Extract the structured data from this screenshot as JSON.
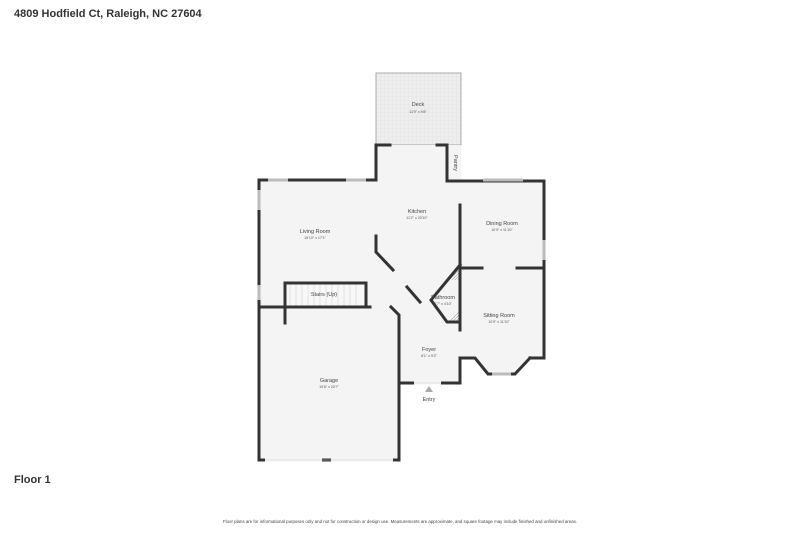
{
  "header": {
    "address": "4809 Hodfield Ct, Raleigh, NC 27604"
  },
  "floor_label": "Floor 1",
  "rooms": {
    "deck": {
      "name": "Deck",
      "dims": "11'9\" x 9'8\""
    },
    "pantry": {
      "name": "Pantry"
    },
    "kitchen": {
      "name": "Kitchen",
      "dims": "11'2\" x 20'10\""
    },
    "living": {
      "name": "Living Room",
      "dims": "15'10\" x 17'1\""
    },
    "dining": {
      "name": "Dining Room",
      "dims": "10'9\" x 11'10\""
    },
    "stairs": {
      "name": "Stairs (Up)"
    },
    "bathroom": {
      "name": "Bathroom",
      "dims": "4'7\" x 4'10\""
    },
    "sitting": {
      "name": "Sitting Room",
      "dims": "10'9\" x 11'10\""
    },
    "foyer": {
      "name": "Foyer",
      "dims": "8'1\" x 9'2\""
    },
    "garage": {
      "name": "Garage",
      "dims": "19'6\" x 20'7\""
    }
  },
  "entry_label": "Entry",
  "disclaimer": "Floor plans are for informational purposes only and not for construction or design use. Measurements are approximate, and square footage may include finished and unfinished areas.",
  "colors": {
    "wall": "#333333",
    "floor": "#f4f4f4",
    "deck": "#ececec"
  }
}
